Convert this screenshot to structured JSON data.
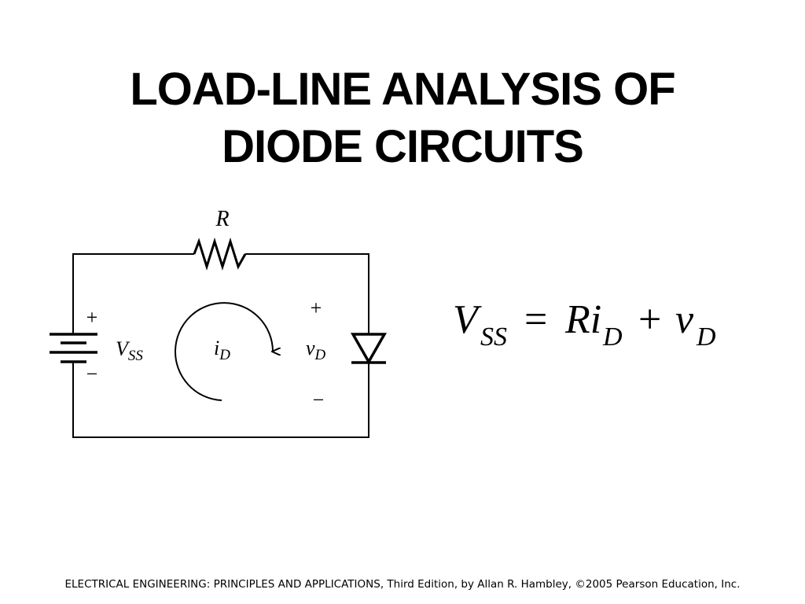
{
  "slide": {
    "title_line1": "LOAD-LINE ANALYSIS OF",
    "title_line2": "DIODE CIRCUITS",
    "footer": "ELECTRICAL ENGINEERING: PRINCIPLES AND APPLICATIONS, Third Edition, by Allan R. Hambley, ©2005 Pearson Education, Inc."
  },
  "circuit": {
    "resistor_label": "R",
    "source": {
      "plus": "+",
      "minus": "−",
      "label_main": "V",
      "label_sub": "SS"
    },
    "current": {
      "label_main": "i",
      "label_sub": "D"
    },
    "diode": {
      "plus": "+",
      "minus": "−",
      "label_main": "v",
      "label_sub": "D"
    }
  },
  "equation": {
    "lhs_main": "V",
    "lhs_sub": "SS",
    "eq": "=",
    "term1_main": "Ri",
    "term1_sub": "D",
    "plus": "+",
    "term2_main": "v",
    "term2_sub": "D"
  },
  "colors": {
    "ink": "#000000",
    "background": "#ffffff"
  },
  "icons": [
    "resistor-icon",
    "dc-voltage-source-icon",
    "diode-icon",
    "current-loop-arrow-icon"
  ]
}
